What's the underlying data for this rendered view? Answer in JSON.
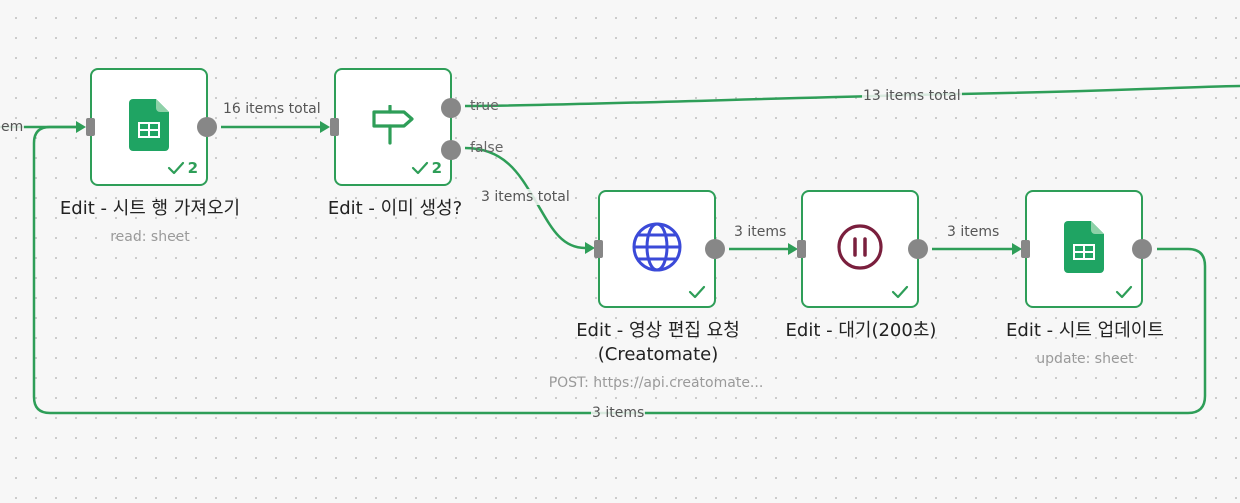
{
  "nodes": {
    "get_rows": {
      "title": "Edit - 시트 행 가져오기",
      "subtitle": "read: sheet",
      "count": "2",
      "icon": "google-sheets-icon"
    },
    "if_image": {
      "title": "Edit - 이미 생성?",
      "count": "2",
      "icon": "signpost-icon",
      "outputs": {
        "true": "true",
        "false": "false"
      }
    },
    "video_req": {
      "title_line1": "Edit - 영상 편집 요청",
      "title_line2": "(Creatomate)",
      "subtitle": "POST: https://api.creatomate...",
      "icon": "globe-icon"
    },
    "wait": {
      "title": "Edit - 대기(200초)",
      "icon": "pause-icon"
    },
    "update_row": {
      "title": "Edit - 시트 업데이트",
      "subtitle": "update: sheet",
      "icon": "google-sheets-icon"
    }
  },
  "edges": {
    "incoming": "em",
    "rows_to_if": "16 items total",
    "true_branch": "13 items total",
    "false_branch": "3 items total",
    "req_to_wait": "3 items",
    "wait_to_update": "3 items",
    "loop_back": "3 items"
  },
  "colors": {
    "success": "#2e9e58",
    "sheets": "#1fa463",
    "globe": "#3b4ad8",
    "pause": "#7a1f3d",
    "handle": "#878787"
  }
}
